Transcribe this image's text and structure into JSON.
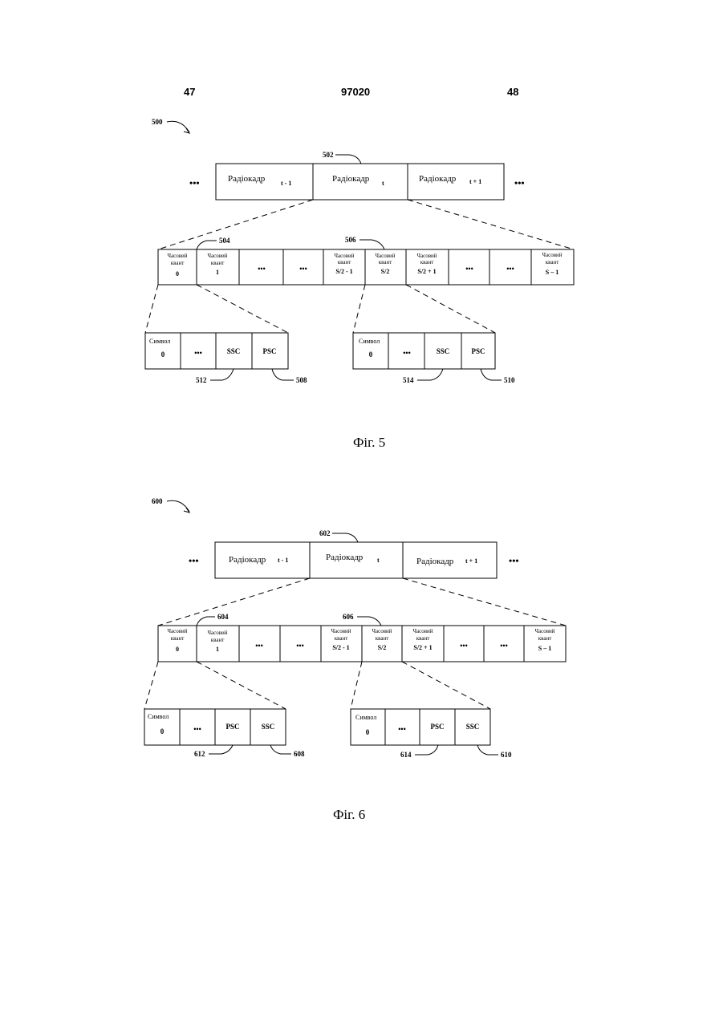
{
  "header": {
    "left_page": "47",
    "patent_number": "97020",
    "right_page": "48"
  },
  "fig5": {
    "ref_main": "500",
    "ref_frame": "502",
    "ref_slot0": "504",
    "ref_slot_mid": "506",
    "ref_sub1_sym": "512",
    "ref_sub1_last": "508",
    "ref_sub2_sym": "514",
    "ref_sub2_last": "510",
    "ellipsis": "•••",
    "frame_word": "Радіокадр",
    "frames": [
      {
        "label": "Радіокадр",
        "index": "t - 1"
      },
      {
        "label": "Радіокадр",
        "index": "t"
      },
      {
        "label": "Радіокадр",
        "index": "t + 1"
      }
    ],
    "slot_word": "Часовий",
    "slot_word2": "квант",
    "slots": [
      "0",
      "1",
      "•••",
      "•••",
      "S/2 - 1",
      "S/2",
      "S/2 + 1",
      "•••",
      "•••",
      "S – 1"
    ],
    "symbol_word": "Символ",
    "symbol_index": "0",
    "sub1_cells": [
      "•••",
      "SSC",
      "PSC"
    ],
    "sub2_cells": [
      "•••",
      "SSC",
      "PSC"
    ],
    "caption": "Фіг. 5"
  },
  "fig6": {
    "ref_main": "600",
    "ref_frame": "602",
    "ref_slot0": "604",
    "ref_slot_mid": "606",
    "ref_sub1_sym": "612",
    "ref_sub1_last": "608",
    "ref_sub2_sym": "614",
    "ref_sub2_last": "610",
    "ellipsis": "•••",
    "frames": [
      {
        "label": "Радіокадр",
        "index": "t - 1"
      },
      {
        "label": "Радіокадр",
        "index": "t"
      },
      {
        "label": "Радіокадр",
        "index": "t + 1"
      }
    ],
    "slot_word": "Часовий",
    "slot_word2": "квант",
    "slots": [
      "0",
      "1",
      "•••",
      "•••",
      "S/2 - 1",
      "S/2",
      "S/2 + 1",
      "•••",
      "•••",
      "S – 1"
    ],
    "symbol_word": "Символ",
    "symbol_index": "0",
    "sub1_cells": [
      "•••",
      "PSC",
      "SSC"
    ],
    "sub2_cells": [
      "•••",
      "PSC",
      "SSC"
    ],
    "caption": "Фіг. 6"
  }
}
